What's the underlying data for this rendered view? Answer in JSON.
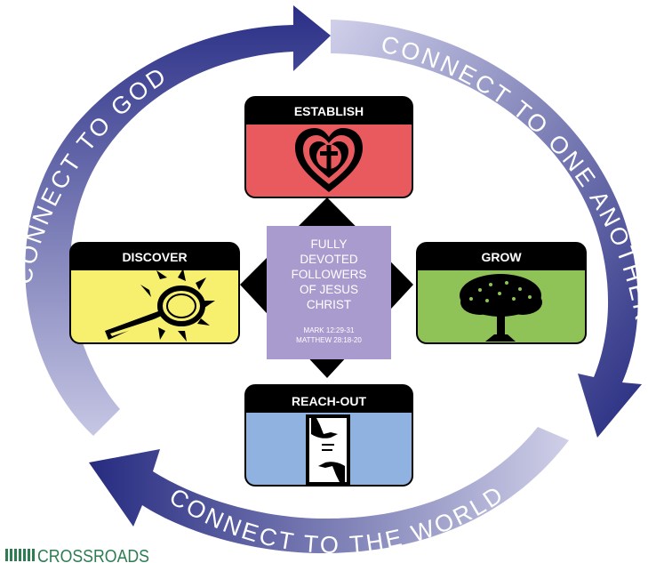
{
  "arcs": {
    "god": "CONNECT TO GOD",
    "one_another": "CONNECT TO ONE ANOTHER",
    "world": "CONNECT TO THE WORLD"
  },
  "boxes": {
    "establish": "ESTABLISH",
    "discover": "DISCOVER",
    "grow": "GROW",
    "reach_out": "REACH-OUT"
  },
  "center": {
    "lines": [
      "FULLY",
      "DEVOTED",
      "FOLLOWERS",
      "OF JESUS",
      "CHRIST"
    ],
    "references": [
      "MARK 12:29-31",
      "MATTHEW 28:18-20"
    ]
  },
  "logo": "CROSSROADS",
  "colors": {
    "arc_dark": "#2a2f86",
    "arc_light": "#c6c6e4",
    "establish": "#e85a5e",
    "discover": "#f7f06e",
    "grow": "#8fc257",
    "reach_out": "#8fb2e0",
    "center": "#a99bcd",
    "logo": "#2e7d52"
  }
}
